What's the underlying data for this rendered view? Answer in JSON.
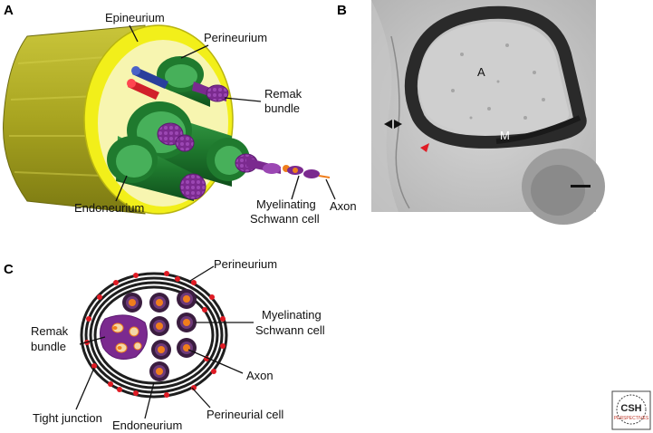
{
  "panels": {
    "a": {
      "letter": "A",
      "labels": {
        "epineurium": "Epineurium",
        "perineurium": "Perineurium",
        "remak_line1": "Remak",
        "remak_line2": "bundle",
        "endoneurium": "Endoneurium",
        "myel_line1": "Myelinating",
        "myel_line2": "Schwann cell",
        "axon": "Axon"
      }
    },
    "b": {
      "letter": "B",
      "labels": {
        "axon": "A",
        "myelin": "M"
      }
    },
    "c": {
      "letter": "C",
      "labels": {
        "perineurium": "Perineurium",
        "myel_line1": "Myelinating",
        "myel_line2": "Schwann cell",
        "axon": "Axon",
        "perineurial_cell": "Perineurial cell",
        "endoneurium": "Endoneurium",
        "tight_junction": "Tight junction",
        "remak_line1": "Remak",
        "remak_line2": "bundle"
      }
    }
  },
  "logo": {
    "main": "CSH",
    "sub": "PERSPECTIVES"
  },
  "colors": {
    "epineurium_olive": "#9c9a1e",
    "epineurium_yellow": "#f2ef1a",
    "perineurium_green": "#1f7a2e",
    "remak_purple": "#7b2a8f",
    "axon_orange": "#f07e1c",
    "tight_junction_red": "#e01b24",
    "myelin_dark": "#1e1e1e"
  }
}
